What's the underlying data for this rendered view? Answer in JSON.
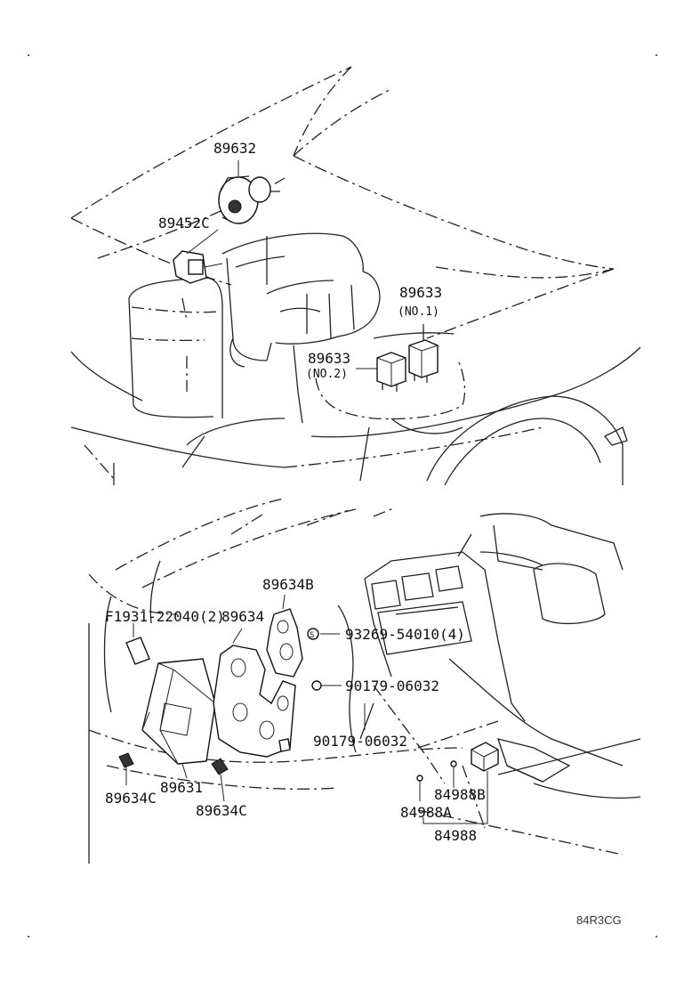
{
  "labels": {
    "p89632": "89632",
    "p89452C": "89452C",
    "p89633_no1": "89633",
    "no1": "(NO.1)",
    "p89633_no2": "89633",
    "no2": "(NO.2)",
    "p89634B": "89634B",
    "f1931": "F1931-22040(2)",
    "p89634": "89634",
    "p93269": "93269-54010(4)",
    "p90179_a": "90179-06032",
    "p90179_b": "90179-06032",
    "p89634C_left": "89634C",
    "p89631": "89631",
    "p89634C_right": "89634C",
    "p84988B": "84988B",
    "p84988A": "84988A",
    "p84988": "84988",
    "diagram_code": "84R3CG"
  }
}
